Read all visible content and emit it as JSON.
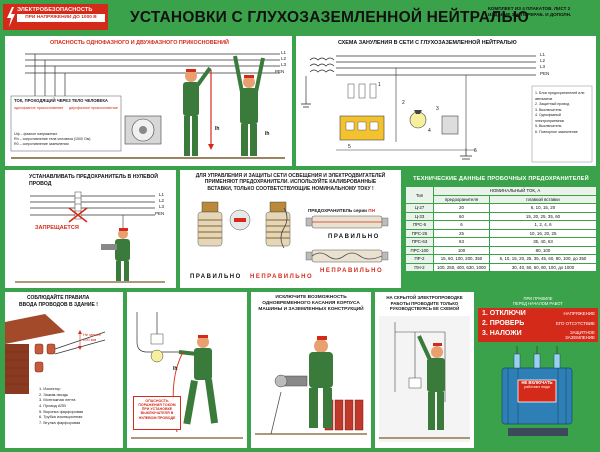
{
  "header": {
    "badge_line1": "ЭЛЕКТРОБЕЗОПАСНОСТЬ",
    "badge_line2": "ПРИ НАПРЯЖЕНИИ ДО 1000 В",
    "title": "УСТАНОВКИ С ГЛУХОЗАЗЕМЛЕННОЙ НЕЙТРАЛЬЮ",
    "kit_line1": "КОМПЛЕКТ ИЗ 4 ПЛАКАТОВ. ЛИСТ 2",
    "kit_line2": "ИЗДАНИЕ 3-е, ПЕРЕРАБ. И ДОПОЛН."
  },
  "panel_touch": {
    "title": "ОПАСНОСТЬ  ОДНОФАЗНОГО  И  ДВУХФАЗНОГО  ПРИКОСНОВЕНИЙ",
    "lines": [
      "L1",
      "L2",
      "L3",
      "PEN"
    ],
    "formula_title": "ТОК, ПРОХОДЯЩИЙ ЧЕРЕЗ ТЕЛО ЧЕЛОВЕКА",
    "formula_single": "однофазное прикосновение",
    "formula_double": "двухфазное прикосновение",
    "formula_lines": [
      "Uф – фазное напряжение",
      "Rh – сопротивление тела человека (1000 Ом)",
      "R0 – сопротивление заземления"
    ],
    "current_labels": [
      "Ih",
      "Ih"
    ]
  },
  "panel_scheme": {
    "title": "СХЕМА  ЗАНУЛЕНИЯ  В  СЕТИ  С  ГЛУХОЗАЗЕМЛЕННОЙ  НЕЙТРАЛЬЮ",
    "lines": [
      "L1",
      "L2",
      "L3",
      "PEN"
    ],
    "legend": [
      "1. Блок предохранителей или автоматов",
      "2. Защитный провод",
      "3. Выключатель",
      "4. Однофазный электроприемник",
      "5. Выключатель",
      "6. Повторное заземление"
    ],
    "numbers": [
      "1",
      "2",
      "3",
      "4",
      "5",
      "6"
    ]
  },
  "panel_fuse": {
    "title_line1": "УСТАНАВЛИВАТЬ ПРЕДОХРАНИТЕЛЬ В НУЛЕВОЙ",
    "title_line2": "ПРОВОД",
    "lines": [
      "L1",
      "L2",
      "L3",
      "PEN"
    ],
    "forbidden": "ЗАПРЕЩАЕТСЯ"
  },
  "panel_calibrated": {
    "title_line1": "ДЛЯ УПРАВЛЕНИЯ И ЗАЩИТЫ СЕТИ ОСВЕЩЕНИЯ И ЭЛЕКТРОДВИГАТЕЛЕЙ",
    "title_line2": "ПРИМЕНЯЮТ ПРЕДОХРАНИТЕЛИ. ИСПОЛЬЗУЙТЕ КАЛИБРОВАННЫЕ",
    "title_line3": "ВСТАВКИ, ТОЛЬКО СООТВЕТСТВУЮЩИЕ НОМИНАЛЬНОМУ ТОКУ !",
    "fuse_series": "ПРЕДОХРАНИТЕЛЬ серии",
    "fuse_series_code": "ПН",
    "correct": "ПРАВИЛЬНО",
    "incorrect": "НЕПРАВИЛЬНО"
  },
  "fuse_table": {
    "title": "ТЕХНИЧЕСКИЕ ДАННЫЕ ПРОБОЧНЫХ ПРЕДОХРАНИТЕЛЕЙ",
    "h_type": "Тип",
    "h_nominal": "НОМИНАЛЬНЫЙ ТОК, А",
    "h_fuse": "предохранителя",
    "h_insert": "плавкой вставки",
    "rows": [
      [
        "Ц-27",
        "20",
        "6, 10, 15, 20"
      ],
      [
        "Ц-33",
        "60",
        "15, 20, 25, 35, 60"
      ],
      [
        "ПРС-6",
        "6",
        "1, 2, 4, 6"
      ],
      [
        "ПРС-25",
        "25",
        "10, 16, 20, 25"
      ],
      [
        "ПРС-63",
        "63",
        "35, 40, 63"
      ],
      [
        "ПРС-100",
        "100",
        "80, 100"
      ],
      [
        "ПР-2",
        "15, 60, 100, 200, 350",
        "6, 10, 15, 20, 25, 35, 45, 60, 80, 100, до 350"
      ],
      [
        "ПН-2",
        "100, 250, 400, 630, 1000",
        "30, 40, 50, 60, 80, 100, до 1000"
      ]
    ]
  },
  "panel_entry": {
    "title_line1": "СОБЛЮДАЙТЕ ПРАВИЛА",
    "title_line2": "ВВОДА ПРОВОДОВ В ЗДАНИЕ !",
    "height_note_1": "Не менее",
    "height_note_2": "200 мм",
    "legend": [
      "1. Изолятор",
      "2. Зажим-гвоздь",
      "3. Монтажная лента",
      "4. Провод АПВ",
      "5. Воронка фарфоровая",
      "6. Трубка изоляционная",
      "7. Втулка фарфоровая"
    ]
  },
  "panel_step": {
    "warning": "ОПАСНОСТЬ ПОРАЖЕНИЯ ТОКОМ ПРИ УСТАНОВКЕ ВЫКЛЮЧАТЕЛЯ В НУЛЕВОМ ПРОВОДЕ",
    "current_label": "Ih"
  },
  "panel_ground": {
    "title_line1": "ИСКЛЮЧИТЕ ВОЗМОЖНОСТЬ",
    "title_line2": "ОДНОВРЕМЕННОГО КАСАНИЯ КОРПУСА",
    "title_line3": "МАШИНЫ И ЗАЗЕМЛЕННЫХ КОНСТРУКЦИЙ"
  },
  "panel_hidden": {
    "title_line1": "НА СКРЫТОЙ ЭЛЕКТРОПРОВОДКЕ",
    "title_line2": "РАБОТЫ ПРОВОДИТЕ ТОЛЬКО",
    "title_line3": "РУКОВОДСТВУЯСЬ ЕЕ СХЕМОЙ"
  },
  "panel_rules": {
    "before_line1": "ПРИ ПРАВИЛЕ",
    "before_line2": "ПЕРЕД НАЧАЛОМ РАБОТ",
    "actions": [
      "1. ОТКЛЮЧИ",
      "2. ПРОВЕРЬ",
      "3. НАЛОЖИ"
    ],
    "results": [
      "НАПРЯЖЕНИЕ",
      "ЕГО ОТСУТСТВИЕ",
      "ЗАЩИТНОЕ ЗАЗЕМЛЕНИЕ"
    ],
    "sign_line1": "НЕ ВКЛЮЧАТЬ",
    "sign_line2": "работают люди"
  },
  "colors": {
    "background": "#3aa24a",
    "accent_red": "#d42a1a",
    "panel": "#ffffff",
    "worker_green": "#3a7a3a",
    "worker_skin": "#e9a070"
  }
}
